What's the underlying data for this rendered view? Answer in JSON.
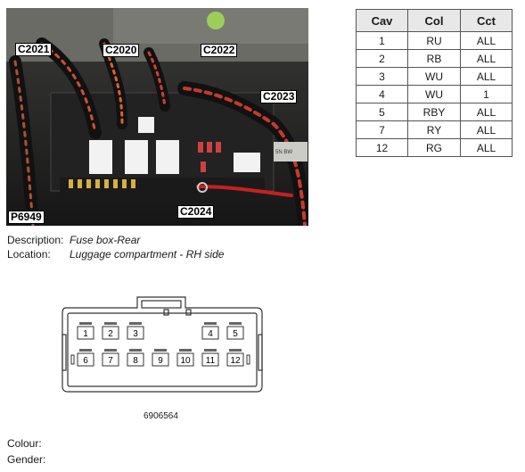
{
  "photo": {
    "callouts": [
      "C2021",
      "C2020",
      "C2022",
      "C2023",
      "C2024"
    ],
    "ref": "P6949",
    "photo_text": "5N BW"
  },
  "info": {
    "description_label": "Description:",
    "description_value": "Fuse box-Rear",
    "location_label": "Location:",
    "location_value": "Luggage compartment - RH side"
  },
  "table": {
    "headers": [
      "Cav",
      "Col",
      "Cct"
    ],
    "rows": [
      [
        "1",
        "RU",
        "ALL"
      ],
      [
        "2",
        "RB",
        "ALL"
      ],
      [
        "3",
        "WU",
        "ALL"
      ],
      [
        "4",
        "WU",
        "1"
      ],
      [
        "5",
        "RBY",
        "ALL"
      ],
      [
        "7",
        "RY",
        "ALL"
      ],
      [
        "12",
        "RG",
        "ALL"
      ]
    ]
  },
  "connector": {
    "top_pins": [
      "1",
      "2",
      "3",
      "4",
      "5"
    ],
    "bottom_pins": [
      "6",
      "7",
      "8",
      "9",
      "10",
      "11",
      "12"
    ],
    "part_number": "6906564"
  },
  "footer": {
    "colour_label": "Colour:",
    "gender_label": "Gender:"
  }
}
